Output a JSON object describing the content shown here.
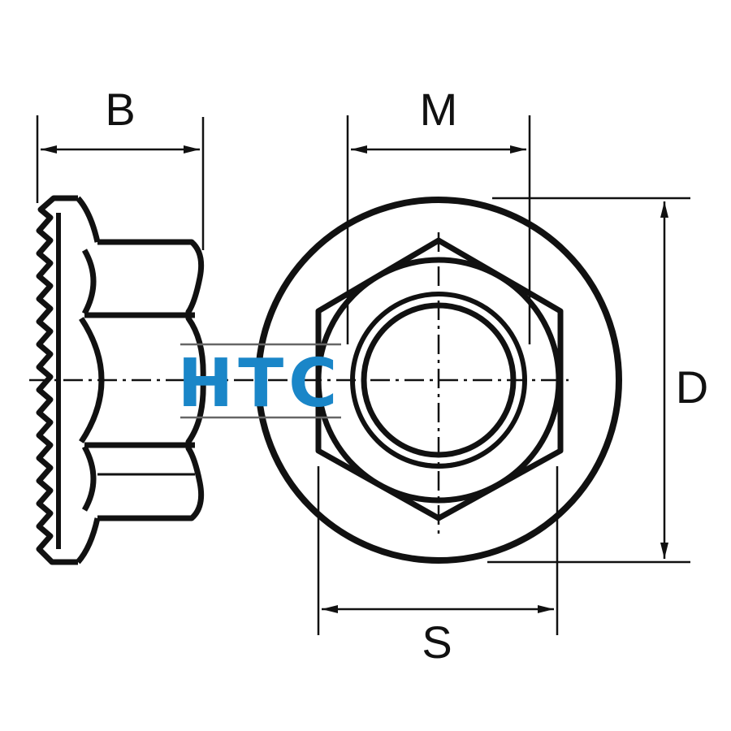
{
  "dimensions": {
    "b": "B",
    "m": "M",
    "d": "D",
    "s": "S"
  },
  "watermark": {
    "text": "HTC"
  },
  "colors": {
    "line": "#111111",
    "watermark": "#1a86c8"
  }
}
